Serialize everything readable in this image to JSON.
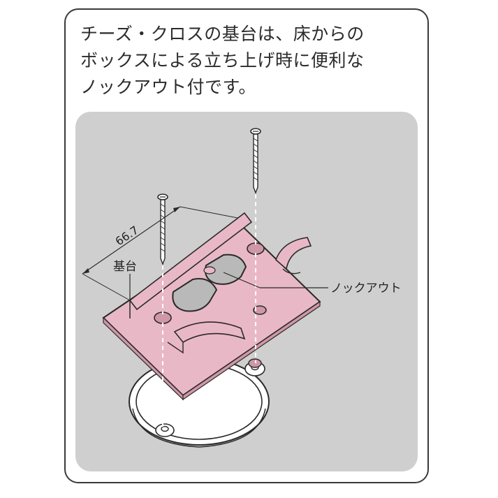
{
  "caption": {
    "lines": [
      "チーズ・クロスの基台は、床からの",
      "ボックスによる立ち上げ時に便利な",
      "ノックアウト付です。"
    ]
  },
  "diagram": {
    "dimension_label": "66.7",
    "base_label": "基台",
    "knockout_label": "ノックアウト"
  },
  "colors": {
    "panel": "#cfcfcf",
    "plate": "#e9b8c6",
    "plate_shadow": "#cf97a8",
    "outline": "#2a2a2a",
    "box": "#ffffff"
  }
}
